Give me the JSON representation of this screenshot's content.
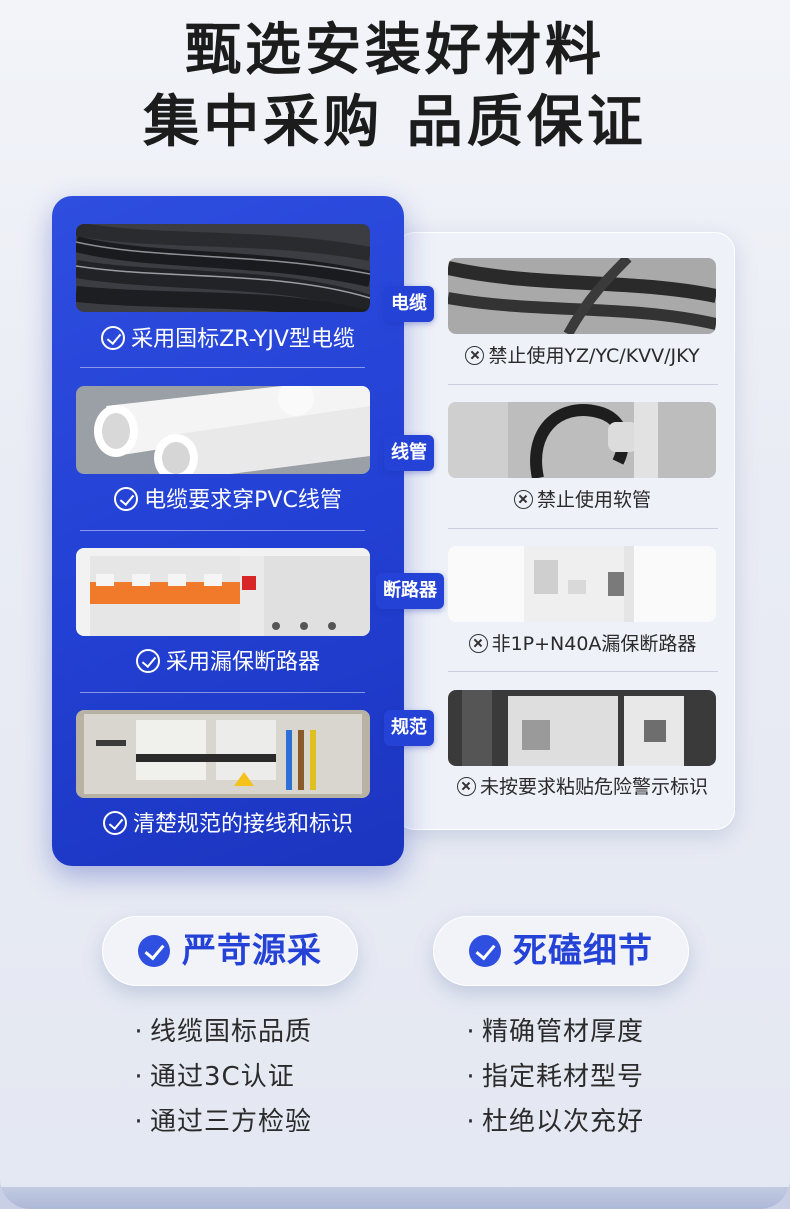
{
  "headline": {
    "line1": "甄选安装好材料",
    "line2": "集中采购 品质保证"
  },
  "comparison": [
    {
      "tag": "电缆",
      "good": "采用国标ZR-YJV型电缆",
      "bad": "禁止使用YZ/YC/KVV/JKY"
    },
    {
      "tag": "线管",
      "good": "电缆要求穿PVC线管",
      "bad": "禁止使用软管"
    },
    {
      "tag": "断路器",
      "good": "采用漏保断路器",
      "bad": "非1P+N40A漏保断路器"
    },
    {
      "tag": "规范",
      "good": "清楚规范的接线和标识",
      "bad": "未按要求粘贴危险警示标识"
    }
  ],
  "features": [
    {
      "title": "严苛源采",
      "points": [
        "线缆国标品质",
        "通过3C认证",
        "通过三方检验"
      ]
    },
    {
      "title": "死磕细节",
      "points": [
        "精确管材厚度",
        "指定耗材型号",
        "杜绝以次充好"
      ]
    }
  ],
  "colors": {
    "accent_blue": "#2442d6",
    "headline_text": "#1c1c1c"
  }
}
